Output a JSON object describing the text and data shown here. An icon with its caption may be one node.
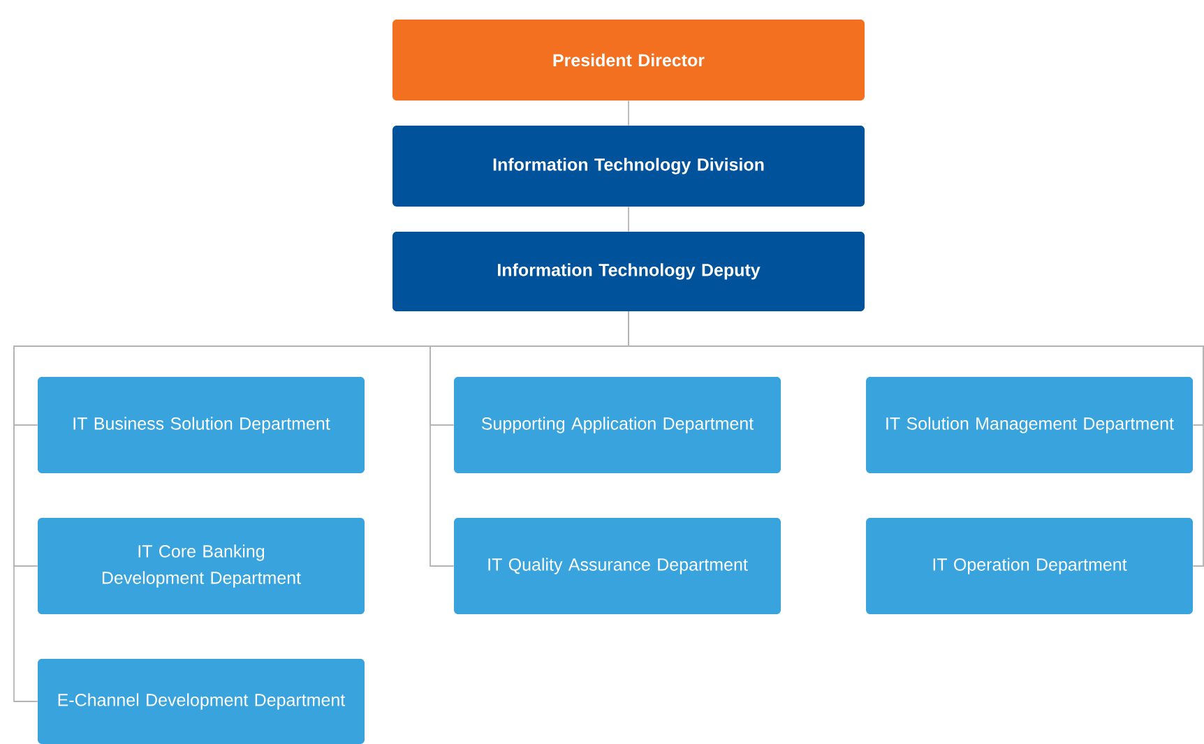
{
  "diagram": {
    "nodes": [
      {
        "text": [
          "President Director"
        ]
      },
      {
        "text": [
          "Information Technology Division"
        ]
      },
      {
        "text": [
          "Information Technology Deputy"
        ]
      },
      {
        "text": [
          "IT Business Solution Department"
        ]
      },
      {
        "text": [
          "Supporting Application Department"
        ]
      },
      {
        "text": [
          "IT Solution Management Department"
        ]
      },
      {
        "text": [
          "IT Core Banking Development Department"
        ]
      },
      {
        "text": [
          "IT Quality Assurance Department"
        ]
      },
      {
        "text": [
          "IT Operation Department"
        ]
      },
      {
        "text": [
          "E-Channel Development Department"
        ]
      }
    ],
    "edges": [
      {
        "from": 0,
        "to": 1,
        "arrow": "none"
      },
      {
        "from": 1,
        "to": 2,
        "arrow": "none"
      },
      {
        "from": 2,
        "to": 3,
        "arrow": "none"
      },
      {
        "from": 2,
        "to": 4,
        "arrow": "none"
      },
      {
        "from": 2,
        "to": 5,
        "arrow": "none"
      },
      {
        "from": 2,
        "to": 6,
        "arrow": "none"
      },
      {
        "from": 2,
        "to": 7,
        "arrow": "none"
      },
      {
        "from": 2,
        "to": 8,
        "arrow": "none"
      },
      {
        "from": 2,
        "to": 9,
        "arrow": "none"
      }
    ]
  }
}
